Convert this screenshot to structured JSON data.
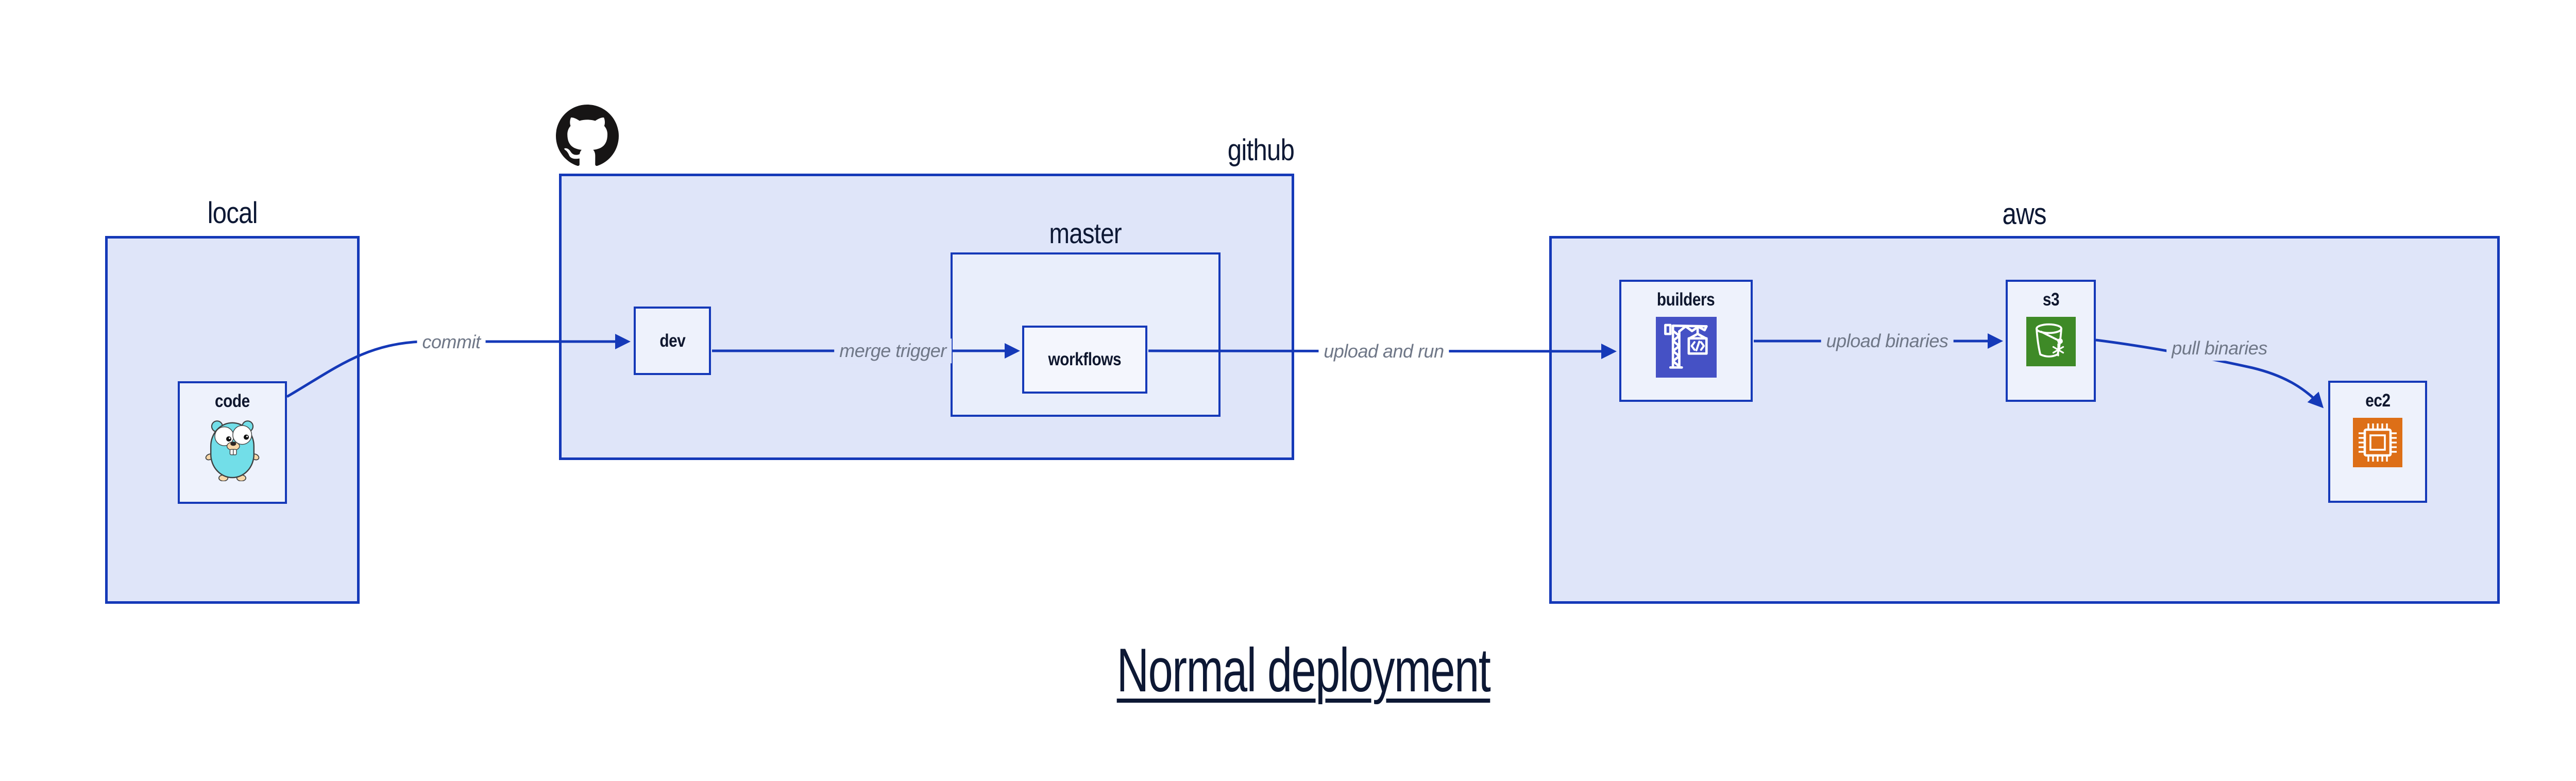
{
  "title": {
    "text": "Normal deployment"
  },
  "groups": {
    "local": {
      "label": "local"
    },
    "github": {
      "label": "github",
      "logo": "github-octocat-logo"
    },
    "master": {
      "label": "master"
    },
    "aws": {
      "label": "aws"
    }
  },
  "nodes": {
    "code": {
      "label": "code",
      "icon": "go-gopher-icon"
    },
    "dev": {
      "label": "dev"
    },
    "workflows": {
      "label": "workflows"
    },
    "builders": {
      "label": "builders",
      "icon": "aws-codebuild-crane-icon"
    },
    "s3": {
      "label": "s3",
      "icon": "aws-s3-glacier-bucket-icon"
    },
    "ec2": {
      "label": "ec2",
      "icon": "aws-ec2-chip-icon"
    }
  },
  "edges": {
    "commit": {
      "label": "commit",
      "from": "code",
      "to": "dev"
    },
    "merge_trigger": {
      "label": "merge trigger",
      "from": "dev",
      "to": "workflows"
    },
    "upload_and_run": {
      "label": "upload and run",
      "from": "workflows",
      "to": "builders"
    },
    "upload_binaries": {
      "label": "upload binaries",
      "from": "builders",
      "to": "s3"
    },
    "pull_binaries": {
      "label": "pull binaries",
      "from": "s3",
      "to": "ec2"
    }
  },
  "colors": {
    "line_blue": "#1539b8",
    "group_fill": "#dfe5f9",
    "master_fill": "#e9eefb",
    "node_fill": "#eef2fc",
    "workflows_fill": "#f4f6fd",
    "label_navy": "#0d1834",
    "edge_label_gray": "#6f7787",
    "codebuild_purple": "#4551c5",
    "s3_green": "#3e8a27",
    "ec2_orange": "#dd6f17",
    "octocat_black": "#171515",
    "gopher_teal": "#72dee8"
  }
}
